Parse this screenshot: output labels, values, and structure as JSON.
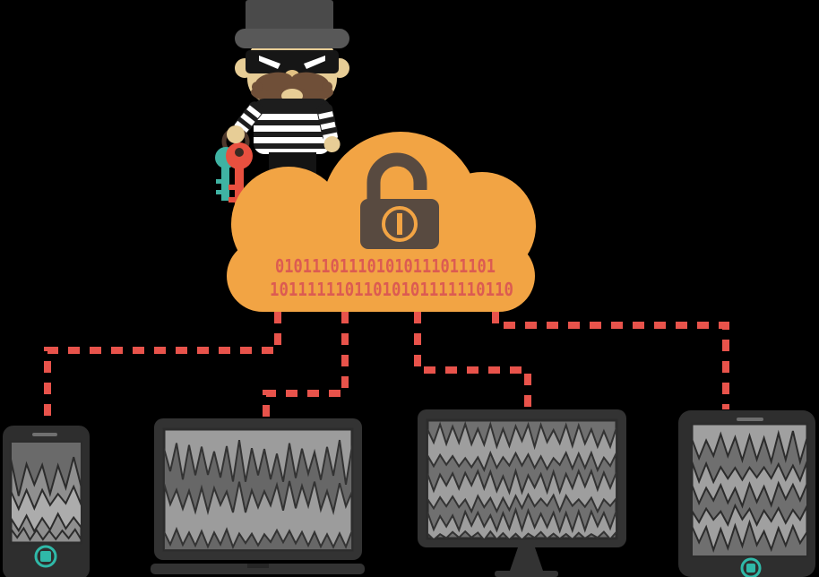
{
  "scene": {
    "binary_code": {
      "line1": "010111011101010111011101",
      "line2": "10111111011010101111110110"
    },
    "colors": {
      "background": "#000000",
      "cloud": "#F2A444",
      "lock": "#584A40",
      "binary_text": "#DC5B52",
      "dashed_line": "#E8534B",
      "home_button": "#2FB9A8",
      "key_red": "#E8503F",
      "key_teal": "#3FB3A3",
      "skin": "#E7CD96",
      "beard": "#6F4F38",
      "hat": "#4A4A4A",
      "hat_brim": "#585858",
      "shirt": "#1D1D1D",
      "device_frame": "#333333",
      "screen_light": "#9E9E9E",
      "screen_dark": "#6E6E6E"
    },
    "elements": {
      "character": "masked-hacker-holding-keys",
      "cloud": "unlocked-cloud-storage",
      "lock_state": "open",
      "devices": [
        "smartphone",
        "laptop",
        "desktop-monitor",
        "tablet"
      ]
    }
  }
}
